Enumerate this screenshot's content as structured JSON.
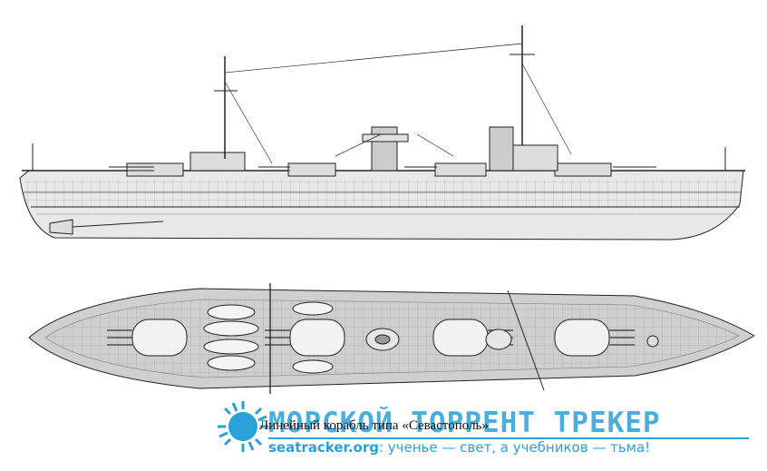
{
  "caption": "Линейный корабль типа «Севастополь»",
  "watermark": {
    "title": "МОРСКОЙ ТОРРЕНТ ТРЕКЕР",
    "site": "seatracker.org",
    "tagline": ": ученье — свет, а учебников — тьма!",
    "color": "#2aa1d9"
  },
  "icons": [
    "sun-logo-icon"
  ]
}
